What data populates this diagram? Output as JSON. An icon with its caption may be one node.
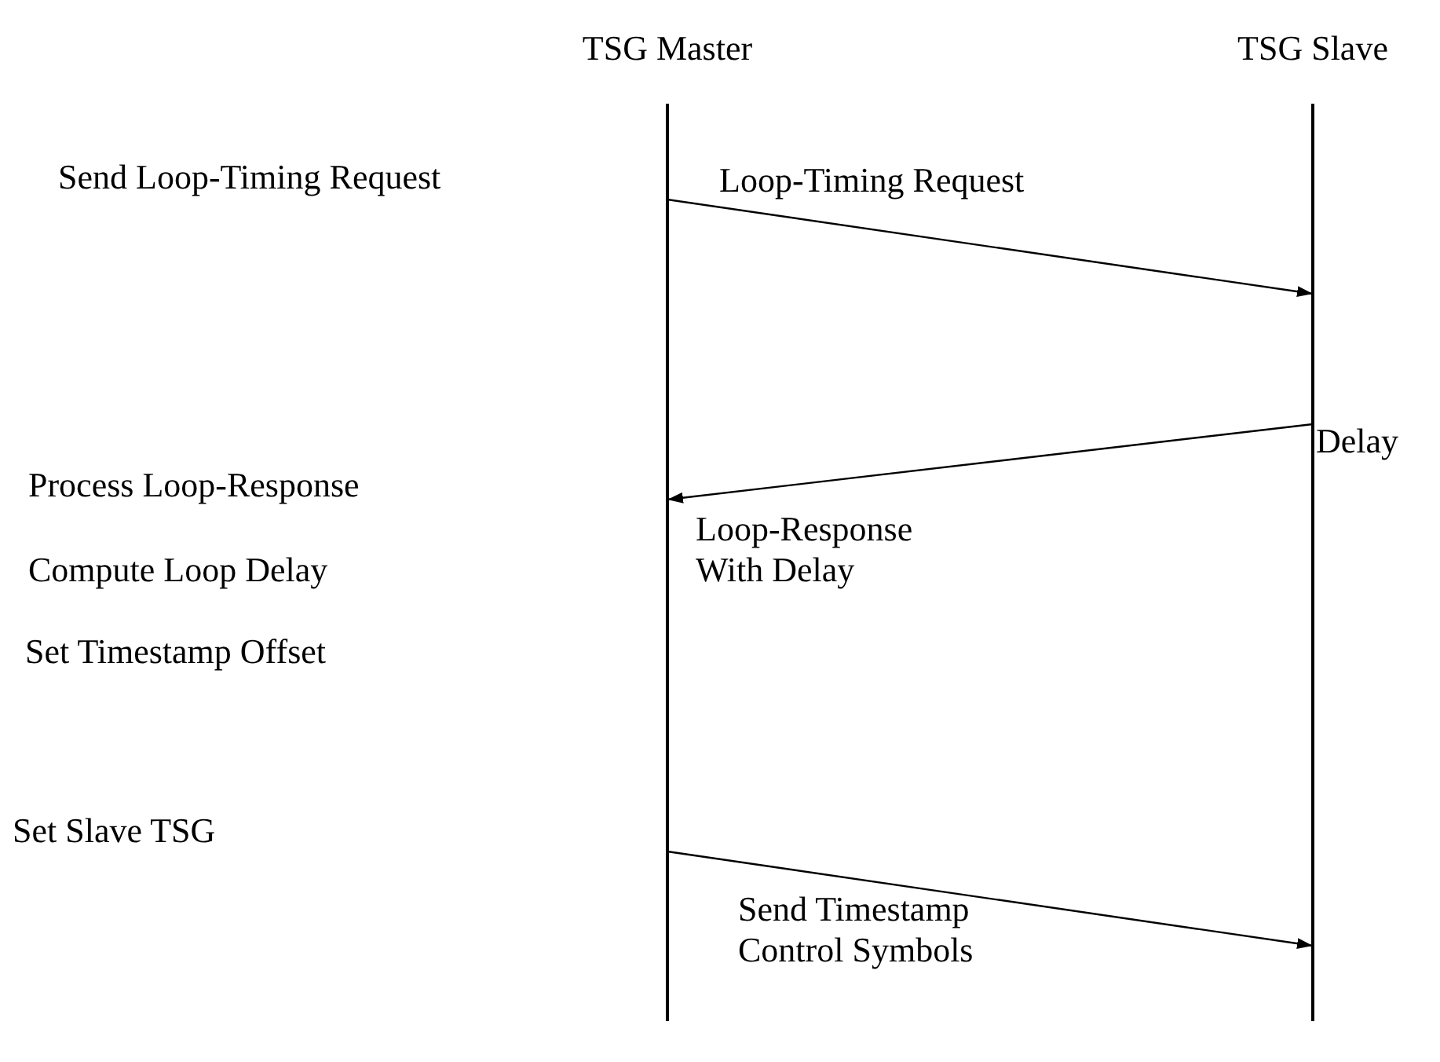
{
  "diagram": {
    "nodes": [
      {
        "text": [
          "TSG Master"
        ]
      },
      {
        "text": [
          "TSG Slave"
        ]
      }
    ],
    "edges": [
      {
        "from": 0,
        "to": 1,
        "arrow": "to",
        "label": "Loop-Timing Request"
      },
      {
        "from": 1,
        "to": 0,
        "arrow": "to",
        "label": "Loop-Response With Delay"
      },
      {
        "from": 0,
        "to": 1,
        "arrow": "to",
        "label": "Send Timestamp Control Symbols"
      }
    ],
    "labels": [
      "Send Loop-Timing Request",
      "Delay",
      "Process Loop-Response",
      "Compute Loop Delay",
      "Set Timestamp Offset",
      "Set Slave TSG"
    ]
  }
}
